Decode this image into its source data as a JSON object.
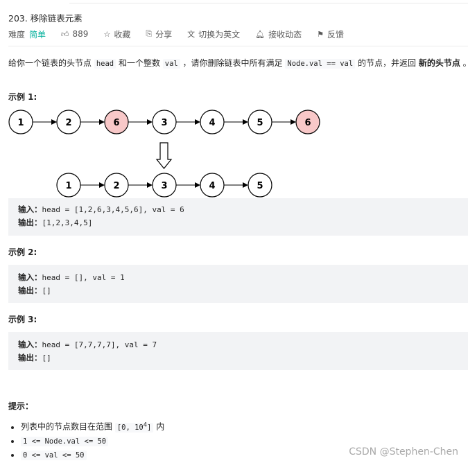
{
  "problem": {
    "title": "203. 移除链表元素",
    "difficulty_label": "难度",
    "difficulty": "简单",
    "likes": "889",
    "favorite": "收藏",
    "share": "分享",
    "switch_lang": "切换为英文",
    "notify": "接收动态",
    "feedback": "反馈"
  },
  "description": {
    "t1": "给你一个链表的头节点 ",
    "c1": "head",
    "t2": " 和一个整数 ",
    "c2": "val",
    "t3": " ，请你删除链表中所有满足 ",
    "c3": "Node.val == val",
    "t4": " 的节点，并返回 ",
    "b1": "新的头节点",
    "t5": " 。"
  },
  "diagram": {
    "top": [
      "1",
      "2",
      "6",
      "3",
      "4",
      "5",
      "6"
    ],
    "removed": [
      false,
      false,
      true,
      false,
      false,
      false,
      true
    ],
    "bottom": [
      "1",
      "2",
      "3",
      "4",
      "5"
    ],
    "highlight_color": "#f8c8c8"
  },
  "examples": [
    {
      "heading": "示例 1:",
      "in_label": "输入：",
      "input": "head = [1,2,6,3,4,5,6], val = 6",
      "out_label": "输出：",
      "output": "[1,2,3,4,5]"
    },
    {
      "heading": "示例 2:",
      "in_label": "输入：",
      "input": "head = [], val = 1",
      "out_label": "输出：",
      "output": "[]"
    },
    {
      "heading": "示例 3:",
      "in_label": "输入：",
      "input": "head = [7,7,7,7], val = 7",
      "out_label": "输出：",
      "output": "[]"
    }
  ],
  "hints": {
    "heading": "提示：",
    "l1_text": "列表中的节点数目在范围 ",
    "l1_code_a": "[0, 10",
    "l1_sup": "4",
    "l1_code_b": "]",
    "l1_tail": " 内",
    "l2": "1 <= Node.val <= 50",
    "l3": "0 <= val <= 50"
  },
  "watermark": "CSDN @Stephen-Chen"
}
